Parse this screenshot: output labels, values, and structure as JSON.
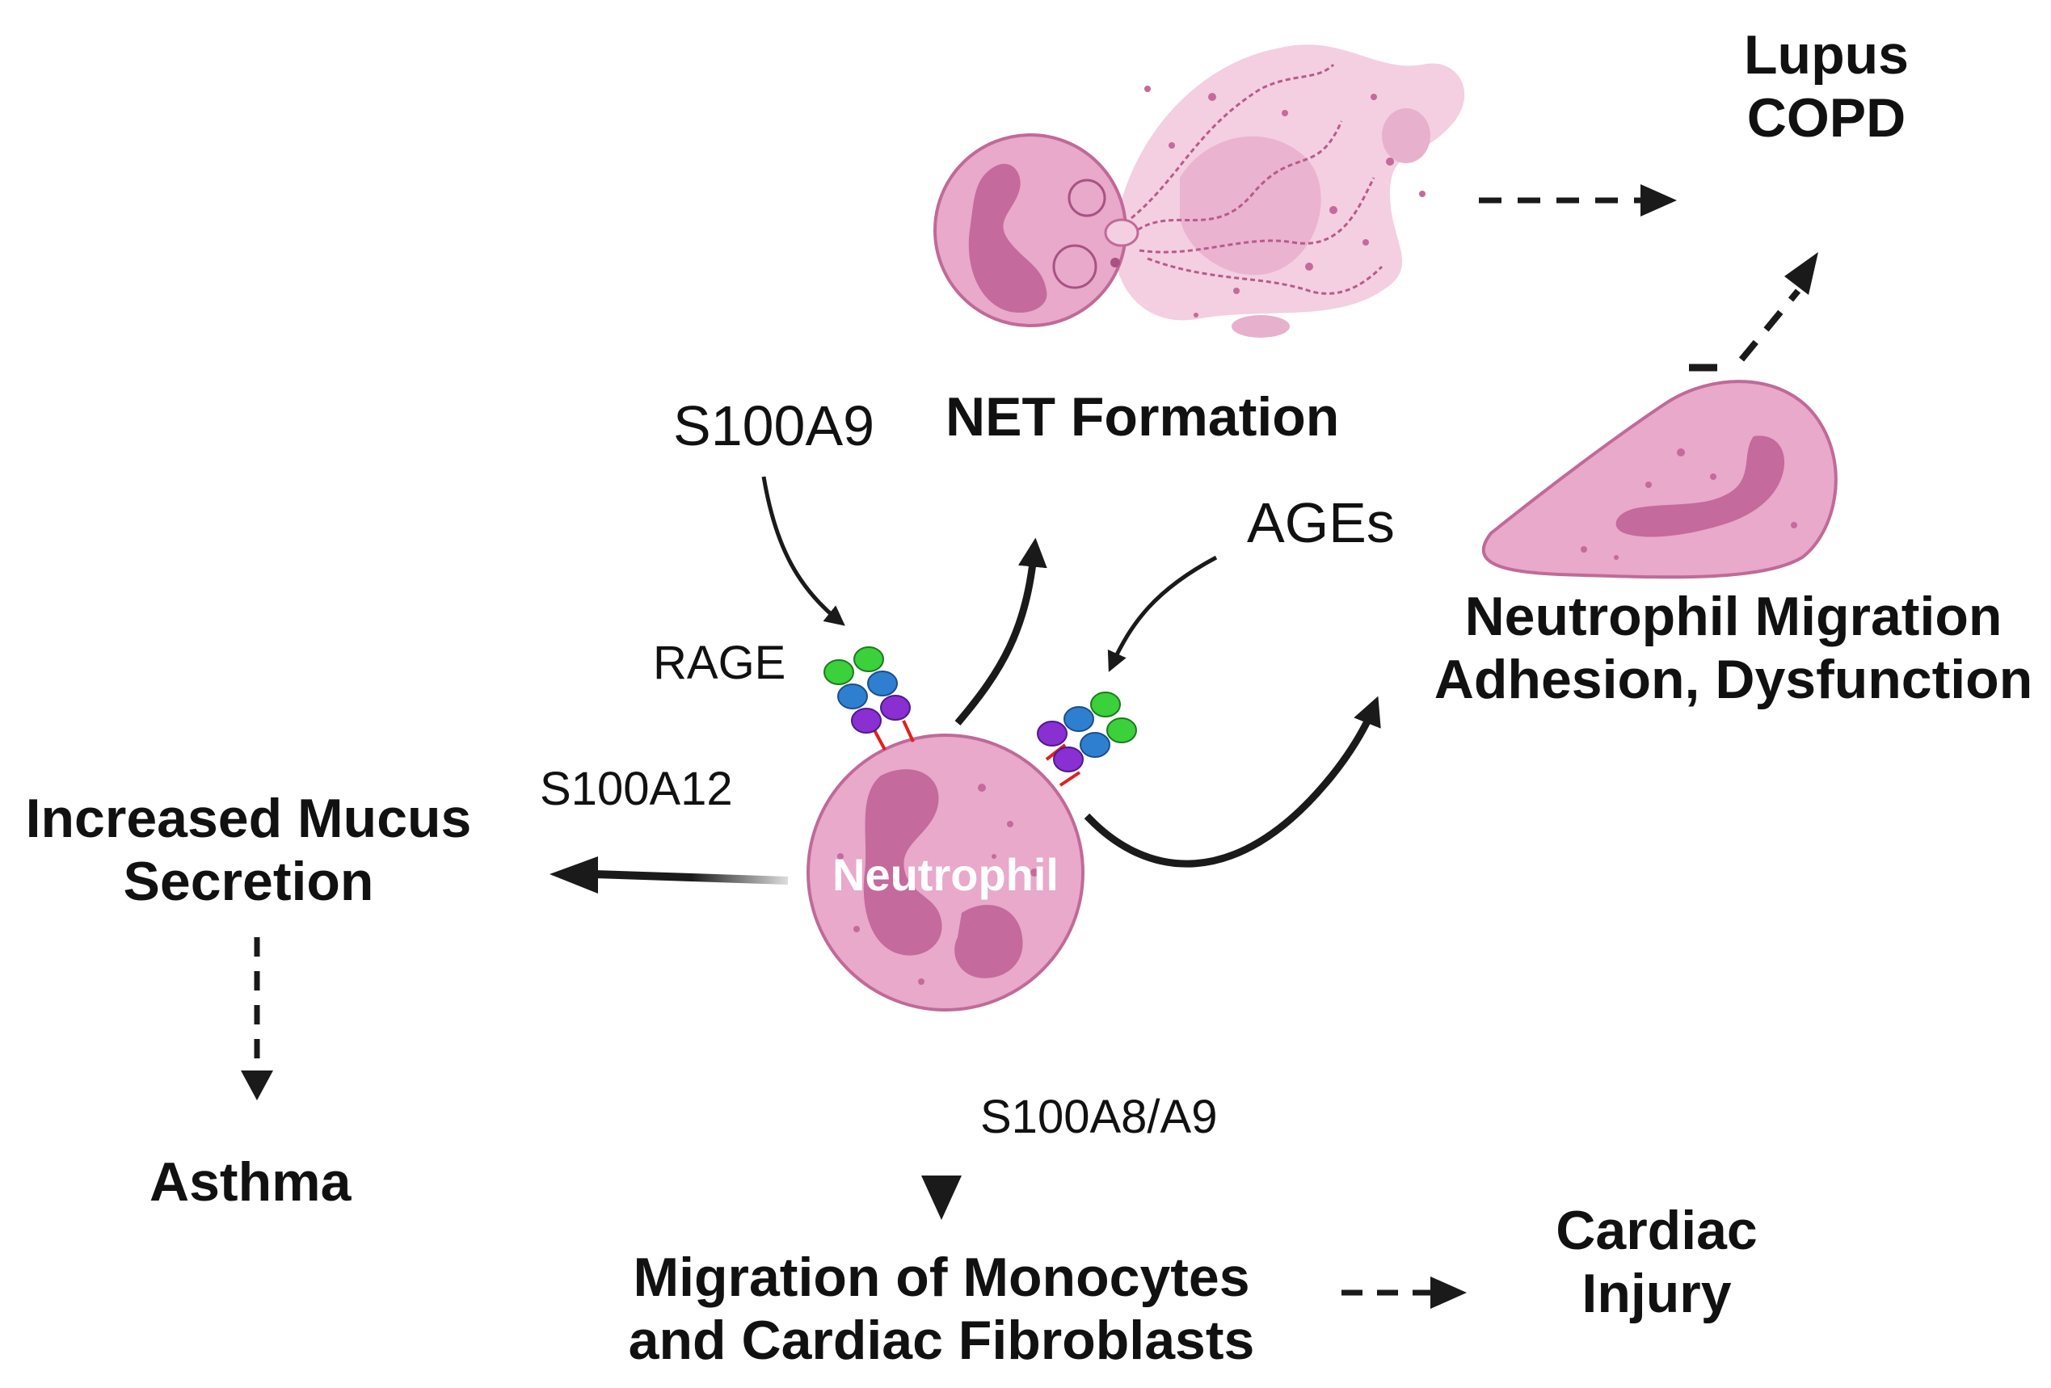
{
  "nodes": {
    "net_formation": "NET Formation",
    "disease_top": [
      "Lupus",
      "COPD"
    ],
    "neutrophil_migration": [
      "Neutrophil Migration",
      "Adhesion, Dysfunction"
    ],
    "mucus": [
      "Increased Mucus",
      "Secretion"
    ],
    "asthma": "Asthma",
    "monocytes": [
      "Migration of Monocytes",
      "and Cardiac Fibroblasts"
    ],
    "cardiac": [
      "Cardiac",
      "Injury"
    ],
    "neutrophil": "Neutrophil"
  },
  "ligands": {
    "s100a9": "S100A9",
    "ages": "AGEs",
    "rage": "RAGE",
    "s100a12": "S100A12",
    "s100a8_a9": "S100A8/A9"
  },
  "colors": {
    "cell_fill": "#e8a9cb",
    "cell_stroke": "#c06a98",
    "nucleus": "#c56a9c",
    "net_cloud": "#f3cfe1",
    "arrow": "#1a1a1a",
    "receptor_green": "#3ad13a",
    "receptor_blue": "#2f7fd1",
    "receptor_purple": "#8a2fd1",
    "receptor_link": "#e02020"
  }
}
